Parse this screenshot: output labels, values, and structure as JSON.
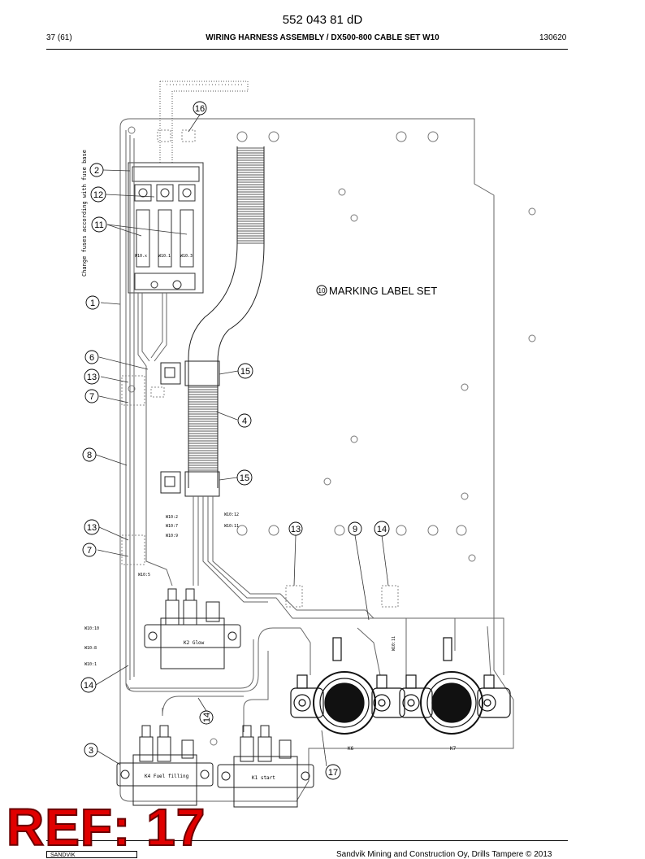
{
  "header": {
    "doc_number": "552 043 81 dD",
    "page": "37 (61)",
    "title": "WIRING HARNESS ASSEMBLY / DX500-800 CABLE SET W10",
    "date": "130620"
  },
  "drawing": {
    "marking_label": "MARKING LABEL SET",
    "marking_label_ref": "10",
    "fuse_note": "Change fuses according with fuse base",
    "fuse_labels": [
      "W10.x",
      "W10.1",
      "W10.3"
    ],
    "wire_labels": [
      "W10:2",
      "W10:7",
      "W10:9",
      "W10:12",
      "W10:11",
      "W10:5",
      "W10:10",
      "W10:8",
      "W10:1",
      "W10:11"
    ],
    "relay_labels": [
      "K2 Glow",
      "K4 Fuel filling",
      "K1 start"
    ],
    "connector_labels": [
      "K6",
      "K7"
    ],
    "callouts": [
      "1",
      "2",
      "3",
      "4",
      "6",
      "7",
      "7",
      "8",
      "9",
      "11",
      "12",
      "13",
      "13",
      "13",
      "14",
      "14",
      "14",
      "15",
      "15",
      "16",
      "17"
    ]
  },
  "stamp": {
    "text": "REF: 17"
  },
  "footer": {
    "logo_text": "SANDVIK",
    "copyright": "Sandvik Mining and Construction Oy, Drills Tampere © 2013"
  }
}
